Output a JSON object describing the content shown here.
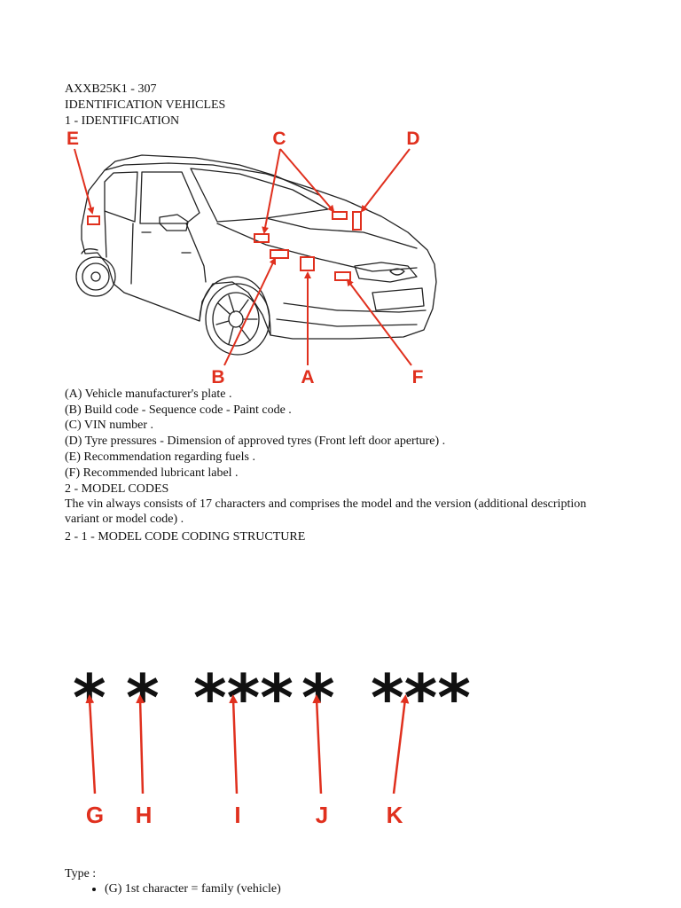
{
  "header": {
    "doc_code": "AXXB25K1 - 307",
    "title": "IDENTIFICATION VEHICLES",
    "section1": "1 - IDENTIFICATION"
  },
  "figure1": {
    "callouts": {
      "A": "A",
      "B": "B",
      "C": "C",
      "D": "D",
      "E": "E",
      "F": "F"
    },
    "accent_color": "#e0301e"
  },
  "legend": [
    "(A) Vehicle manufacturer's plate .",
    "(B) Build code - Sequence code - Paint code .",
    "(C) VIN number .",
    "(D) Tyre pressures - Dimension of approved tyres (Front left door aperture) .",
    "(E) Recommendation regarding fuels .",
    "(F) Recommended lubricant label ."
  ],
  "section2": {
    "title": "2 - MODEL CODES",
    "paragraph": "The vin always consists of 17 characters and comprises the model and the version (additional description variant or model code) .",
    "subsection": "2 - 1 - MODEL CODE CODING STRUCTURE"
  },
  "figure2": {
    "groups": [
      "*",
      "*",
      "***",
      "*",
      "***"
    ],
    "labels": [
      "G",
      "H",
      "I",
      "J",
      "K"
    ]
  },
  "type_section": {
    "label": "Type :",
    "items": [
      "(G) 1st character = family (vehicle)"
    ]
  }
}
